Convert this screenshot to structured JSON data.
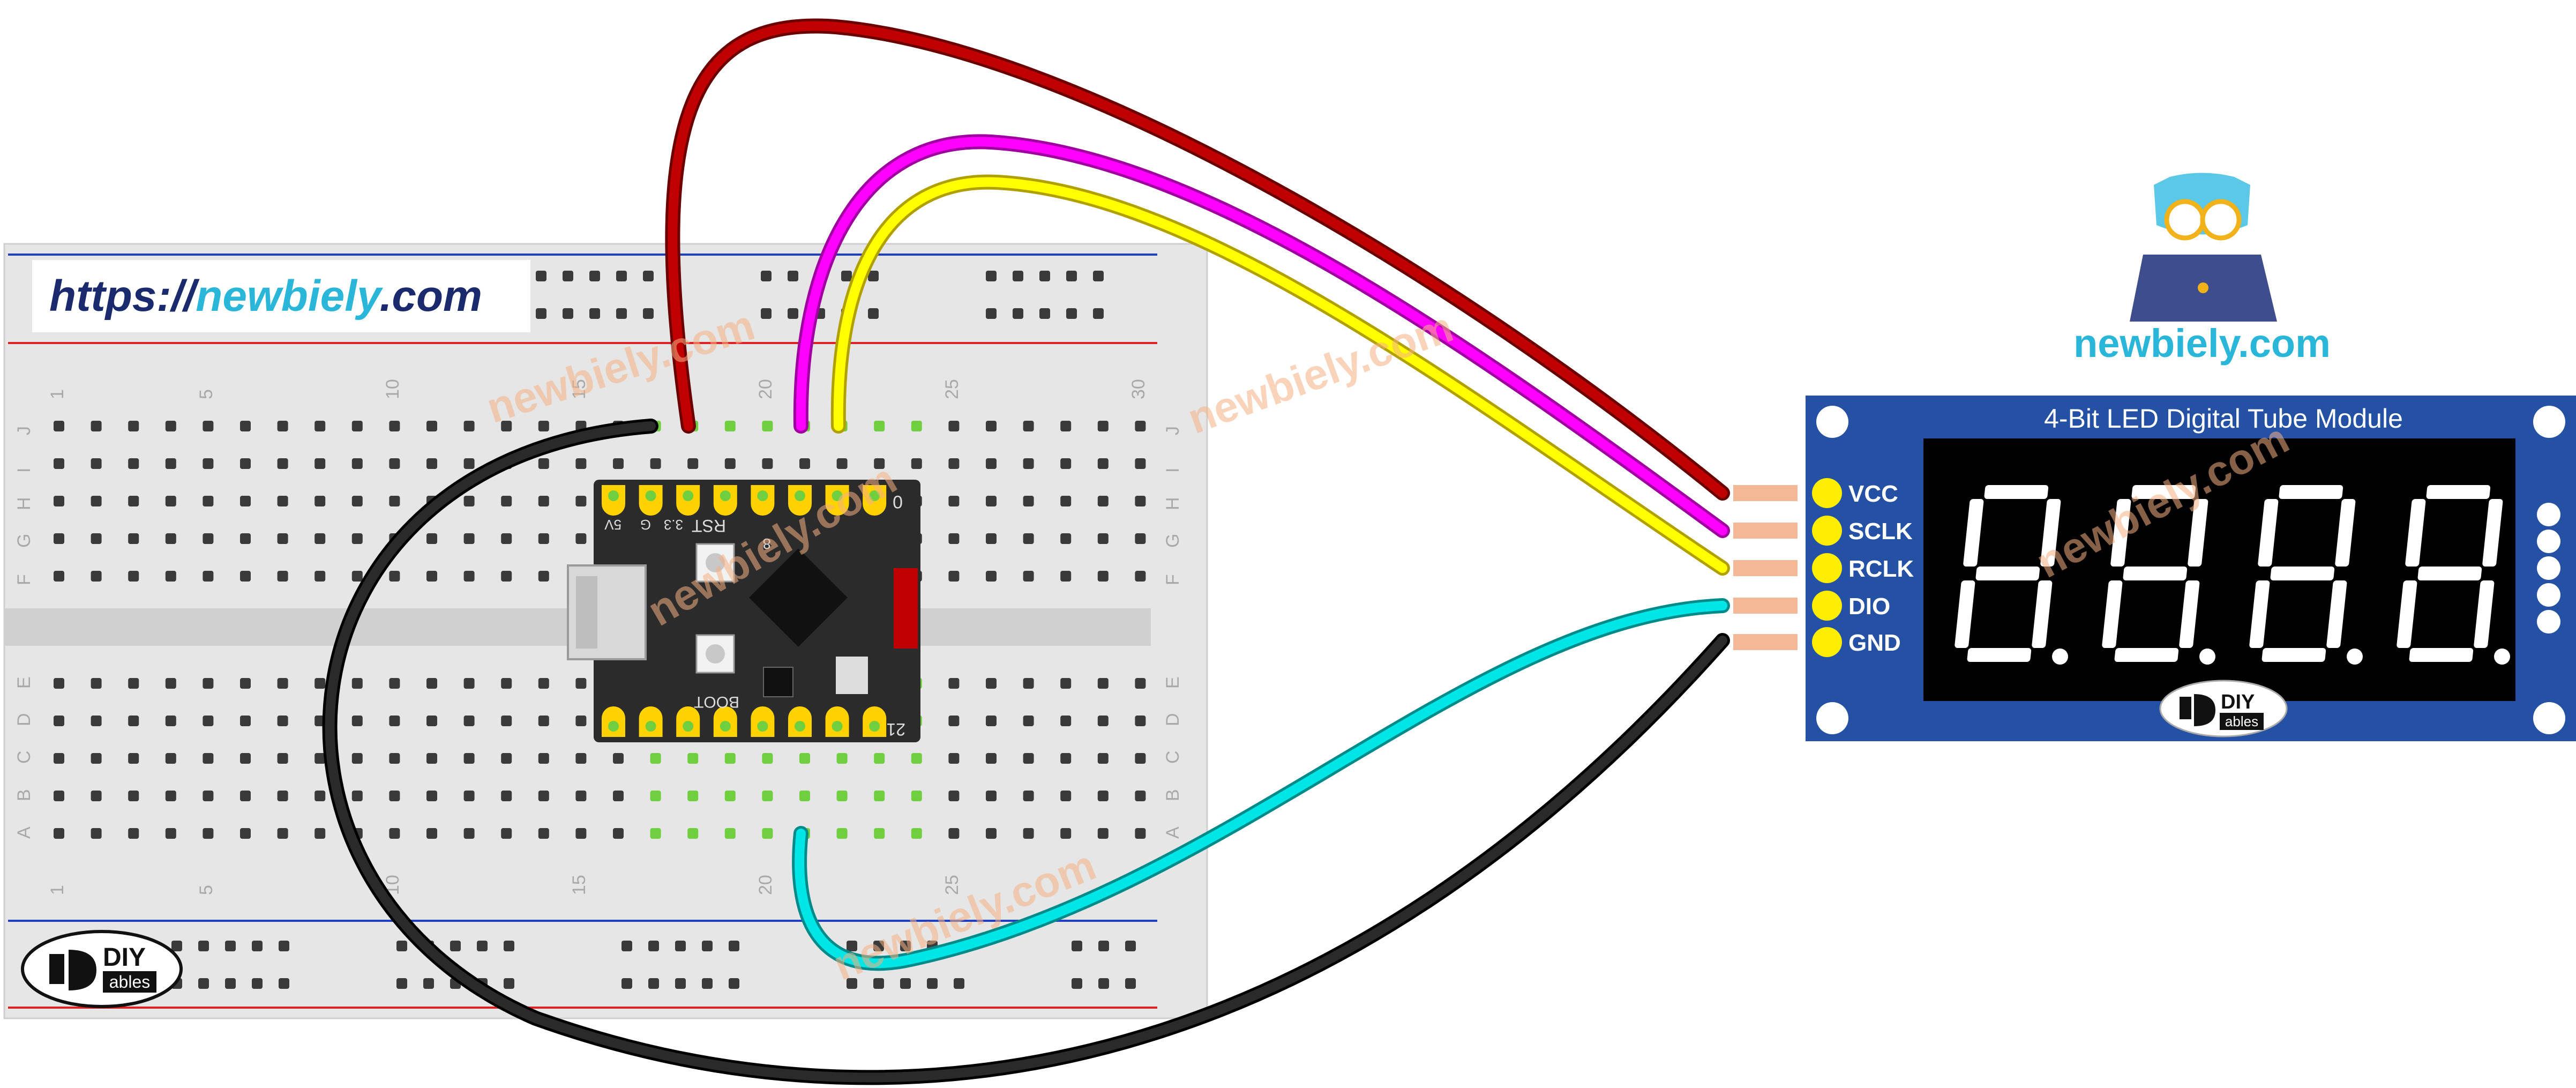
{
  "url_banner": {
    "prefix": "https://",
    "brand": "newbiely",
    "suffix": ".com"
  },
  "brand_logo": {
    "site": "newbiely.com"
  },
  "module": {
    "title": "4-Bit LED Digital Tube Module",
    "pins": [
      "VCC",
      "SCLK",
      "RCLK",
      "DIO",
      "GND"
    ],
    "display_text": "8.8.8.8."
  },
  "breadboard": {
    "column_numbers": [
      "1",
      "5",
      "10",
      "15",
      "20",
      "25",
      "30"
    ],
    "row_letters_top": [
      "J",
      "I",
      "H",
      "G",
      "F"
    ],
    "row_letters_bottom": [
      "E",
      "D",
      "C",
      "B",
      "A"
    ]
  },
  "mcu_board": {
    "top_labels": [
      "5V",
      "G",
      "3.3",
      "RST",
      "8",
      "0"
    ],
    "bottom_labels": [
      "BOOT",
      "21"
    ]
  },
  "diy_logo": {
    "mark": "DIY",
    "sub": "ables"
  },
  "watermark": "newbiely.com",
  "wires": [
    {
      "name": "vcc-wire",
      "color": "#c00000",
      "to": "VCC"
    },
    {
      "name": "sclk-wire",
      "color": "#ff00ff",
      "to": "SCLK"
    },
    {
      "name": "rclk-wire",
      "color": "#ffff00",
      "to": "RCLK"
    },
    {
      "name": "dio-wire",
      "color": "#00e5e5",
      "to": "DIO"
    },
    {
      "name": "gnd-wire",
      "color": "#1a1a1a",
      "to": "GND"
    }
  ],
  "colors": {
    "breadboard": "#e6e6e6",
    "module_pcb": "#2451a4",
    "display": "#000000",
    "segment": "#ffffff",
    "mcu_board": "#2b2b2b",
    "header_pad": "#ffd200",
    "connected_hole": "#6fcf3f",
    "brand_cyan": "#29b6d8"
  }
}
